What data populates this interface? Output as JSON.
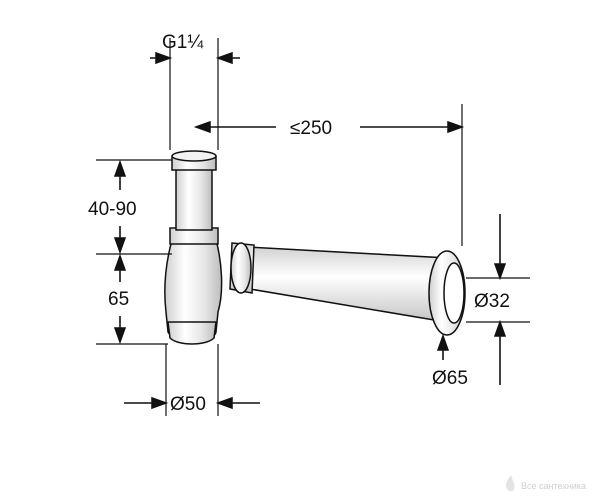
{
  "dimensions": {
    "thread": "G1¼",
    "reach": "≤250",
    "height_adjust": "40-90",
    "height_lower": "65",
    "pipe_diameter": "Ø32",
    "flange_diameter": "Ø65",
    "trap_diameter": "Ø50"
  },
  "watermark": "Все сантехника"
}
